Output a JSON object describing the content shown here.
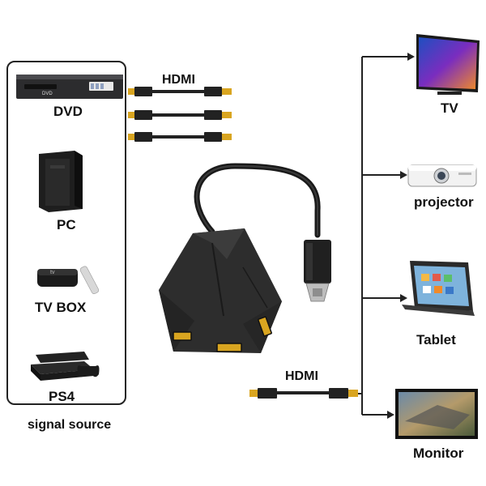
{
  "sources": {
    "caption": "signal source",
    "items": [
      {
        "label": "DVD"
      },
      {
        "label": "PC"
      },
      {
        "label": "TV BOX"
      },
      {
        "label": "PS4"
      }
    ]
  },
  "devices": {
    "dvd_logo": "DVD",
    "tvbox_logo": "tv"
  },
  "cables": {
    "input_label": "HDMI",
    "output_label": "HDMI"
  },
  "outputs": {
    "items": [
      {
        "label": "TV"
      },
      {
        "label": "projector"
      },
      {
        "label": "Tablet"
      },
      {
        "label": "Monitor"
      }
    ]
  },
  "colors": {
    "device_body": "#2b2b2b",
    "connector_gold": "#d9a520",
    "line": "#222222"
  }
}
